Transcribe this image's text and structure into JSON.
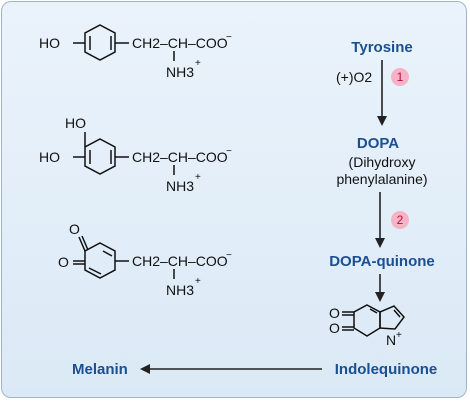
{
  "structures": {
    "tyrosine": {
      "ho": "HO",
      "chain": "CH2–CH–COO",
      "charge_minus": "−",
      "amine": "NH3",
      "charge_plus": "+"
    },
    "dopa": {
      "ho_top": "HO",
      "ho_left": "HO",
      "chain": "CH2–CH–COO",
      "charge_minus": "−",
      "amine": "NH3",
      "charge_plus": "+"
    },
    "quinone": {
      "o_top": "O",
      "o_left": "O",
      "chain": "CH2–CH–COO",
      "charge_minus": "−",
      "amine": "NH3",
      "charge_plus": "+"
    }
  },
  "pathway": {
    "tyrosine": "Tyrosine",
    "oxygen": "(+)O2",
    "step1": "1",
    "dopa": "DOPA",
    "dopa_desc_1": "(Dihydroxy",
    "dopa_desc_2": "phenylalanine)",
    "step2": "2",
    "dopa_quinone": "DOPA-quinone",
    "indole_o1": "O",
    "indole_o2": "O",
    "indole_n": "N",
    "indole_plus": "+",
    "indolequinone": "Indolequinone",
    "melanin": "Melanin"
  },
  "colors": {
    "background": "#dbe9f6",
    "name_text": "#1b4f93",
    "step_badge": "#f6b3c6",
    "step_text": "#b3123e"
  }
}
